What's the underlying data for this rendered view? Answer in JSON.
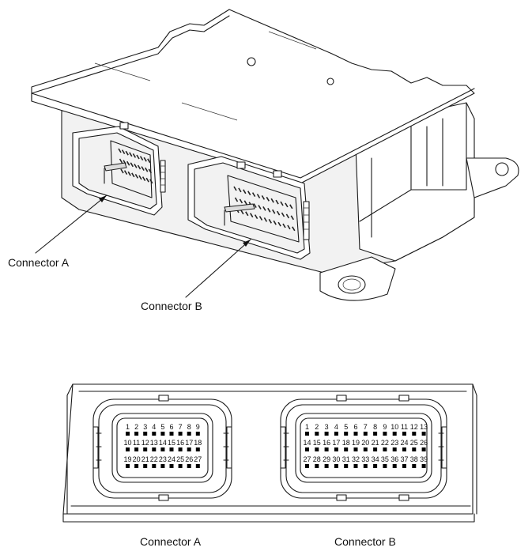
{
  "labels": {
    "iso_connector_a": "Connector A",
    "iso_connector_b": "Connector B",
    "front_connector_a": "Connector A",
    "front_connector_b": "Connector B"
  },
  "connector_a": {
    "rows": [
      [
        "1",
        "2",
        "3",
        "4",
        "5",
        "6",
        "7",
        "8",
        "9"
      ],
      [
        "10",
        "11",
        "12",
        "13",
        "14",
        "15",
        "16",
        "17",
        "18"
      ],
      [
        "19",
        "20",
        "21",
        "22",
        "23",
        "24",
        "25",
        "26",
        "27"
      ]
    ]
  },
  "connector_b": {
    "rows": [
      [
        "1",
        "2",
        "3",
        "4",
        "5",
        "6",
        "7",
        "8",
        "9",
        "10",
        "11",
        "12",
        "13"
      ],
      [
        "14",
        "15",
        "16",
        "17",
        "18",
        "19",
        "20",
        "21",
        "22",
        "23",
        "24",
        "25",
        "26"
      ],
      [
        "27",
        "28",
        "29",
        "30",
        "31",
        "32",
        "33",
        "34",
        "35",
        "36",
        "37",
        "38",
        "39"
      ]
    ]
  },
  "colors": {
    "line": "#1a1a1a",
    "pin": "#000000",
    "background": "#ffffff"
  }
}
